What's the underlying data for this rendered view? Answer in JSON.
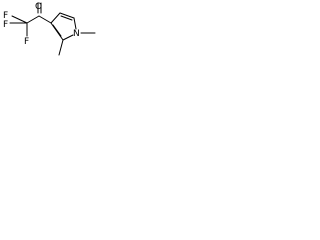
{
  "molecule": {
    "atoms": {
      "oxygen": "O",
      "fluorine_1": "F",
      "fluorine_2": "F",
      "fluorine_3": "F",
      "nitrogen": "N"
    },
    "colors": {
      "ink": "#000000",
      "background": "#ffffff"
    }
  }
}
